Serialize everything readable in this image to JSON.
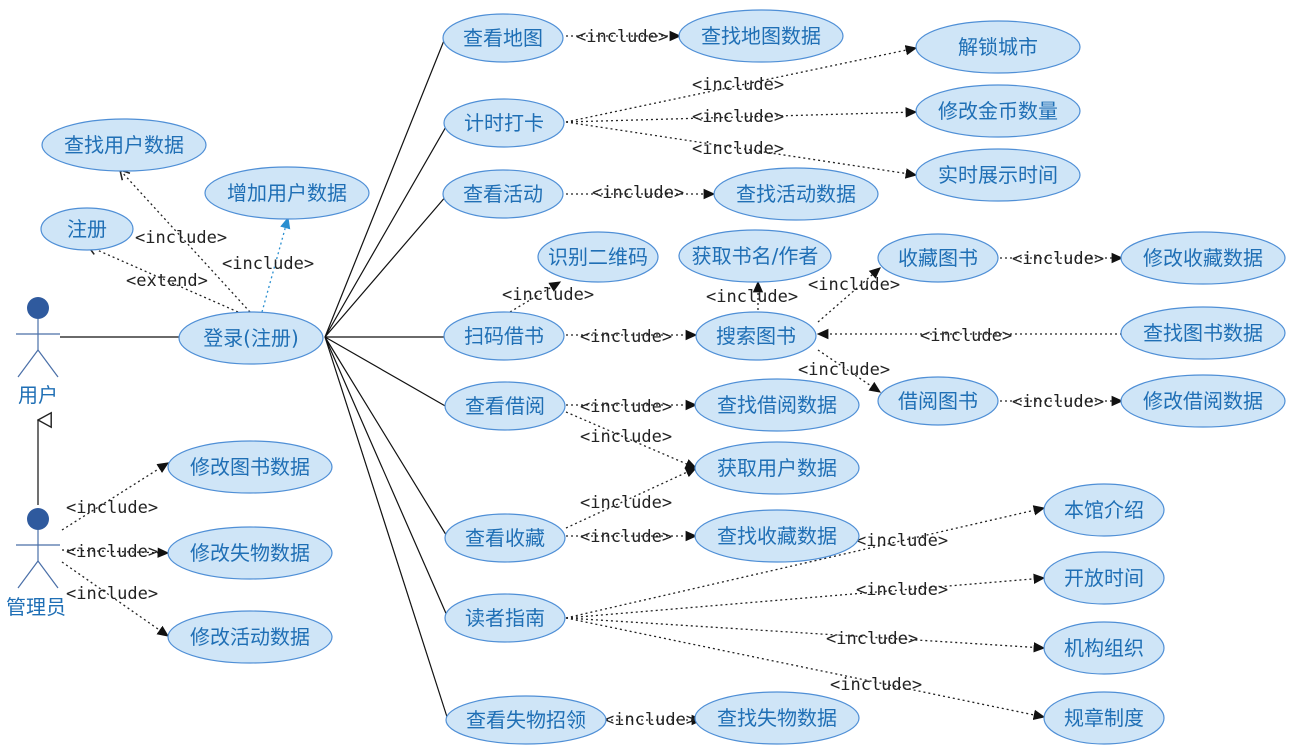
{
  "actors": {
    "user": {
      "label": "用户"
    },
    "admin": {
      "label": "管理员"
    }
  },
  "use_cases": {
    "find_user_data": "查找用户数据",
    "add_user_data": "增加用户数据",
    "register": "注册",
    "login": "登录(注册)",
    "edit_book_data": "修改图书数据",
    "edit_lost_data": "修改失物数据",
    "edit_activity_data": "修改活动数据",
    "view_map": "查看地图",
    "find_map_data": "查找地图数据",
    "timer_checkin": "计时打卡",
    "unlock_city": "解锁城市",
    "edit_coins": "修改金币数量",
    "show_time": "实时展示时间",
    "view_activity": "查看活动",
    "find_activity_data": "查找活动数据",
    "scan_qr": "识别二维码",
    "get_title_author": "获取书名/作者",
    "collect_book": "收藏图书",
    "edit_collect_data": "修改收藏数据",
    "scan_borrow": "扫码借书",
    "search_book": "搜索图书",
    "find_book_data": "查找图书数据",
    "view_borrow": "查看借阅",
    "find_borrow_data": "查找借阅数据",
    "borrow_book": "借阅图书",
    "edit_borrow_data": "修改借阅数据",
    "get_user_data": "获取用户数据",
    "view_collection": "查看收藏",
    "find_collection_data": "查找收藏数据",
    "library_intro": "本馆介绍",
    "reader_guide": "读者指南",
    "opening_hours": "开放时间",
    "organization": "机构组织",
    "rules": "规章制度",
    "view_lost_found": "查看失物招领",
    "find_lost_data": "查找失物数据"
  },
  "relation_labels": {
    "include": "<include>",
    "extend": "<extend>"
  },
  "colors": {
    "usecase_fill": "#cfe5f7",
    "usecase_stroke": "#4f8fd6",
    "text": "#1f6fb5",
    "actor_head": "#2f5a9e"
  }
}
